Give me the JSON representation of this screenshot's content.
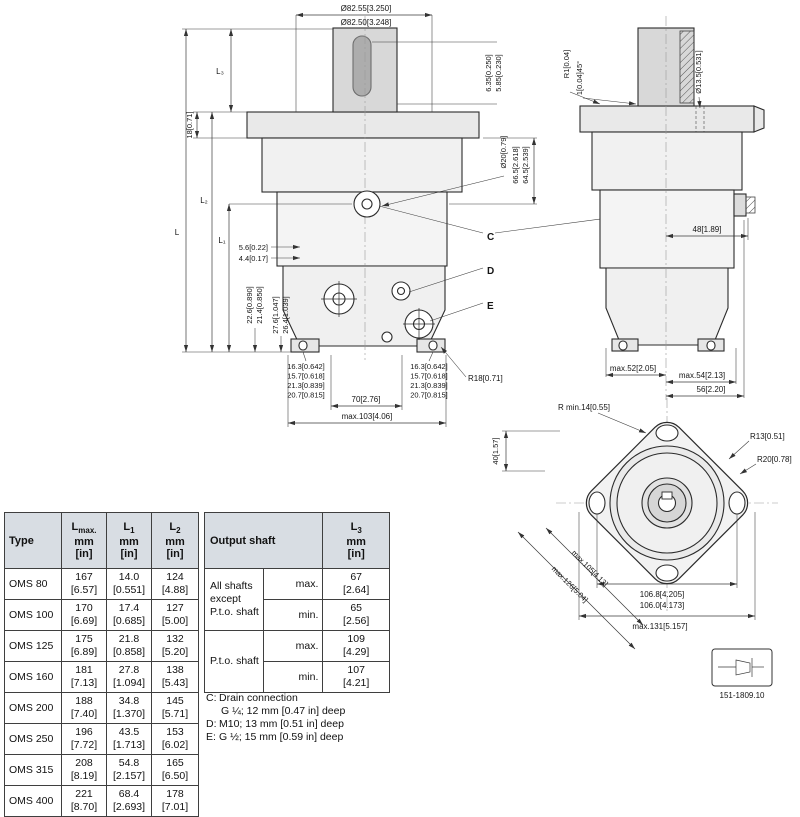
{
  "drawing": {
    "front": {
      "dia_top1": "Ø82.55[3.250]",
      "dia_top2": "Ø82.50[3.248]",
      "l3": "L₃",
      "l": "L",
      "l2": "L₂",
      "l1": "L₁",
      "flange_thk": "18[0.71]",
      "dim_5_6": "5.6[0.22]",
      "dim_4_4": "4.4[0.17]",
      "dim_22_6": "22.6[0.890]",
      "dim_21_4": "21.4[0.850]",
      "dim_27_6": "27.6[1.047]",
      "dim_26_4": "26.4[1.039]",
      "dim_16_3": "16.3[0.642]",
      "dim_15_7": "15.7[0.618]",
      "dim_21_3": "21.3[0.839]",
      "dim_20_7": "20.7[0.815]",
      "dim_70": "70[2.76]",
      "dim_max103": "max.103[4.06]",
      "r18": "R18[0.71]",
      "dia20": "Ø20[0.79]",
      "dim_66_5": "66.5[2.618]",
      "dim_64_5": "64.5[2.539]",
      "dim_6_35": "6.35[0.250]",
      "dim_5_85": "5.85[0.230]",
      "c": "C",
      "d": "D",
      "e": "E"
    },
    "side": {
      "r1": "R1[0.04]",
      "chamfer": "1[0.04]45°",
      "dia_13_5": "Ø13.5[0.531]",
      "dim_48": "48[1.89]",
      "max52": "max.52[2.05]",
      "max54": "max.54[2.13]",
      "dim_56": "56[2.20]"
    },
    "flange": {
      "r_min14": "R min.14[0.55]",
      "r13": "R13[0.51]",
      "r20": "R20[0.78]",
      "dim_40": "40[1.57]",
      "d1": "106.8[4.205]",
      "d2": "106.0[4.173]",
      "max131": "max.131[5.157]",
      "max105": "max.105[4.13]",
      "max126": "max.126[5.04]"
    },
    "part_number": "151-1809.10"
  },
  "table1": {
    "col_type": "Type",
    "col_lmax": {
      "main": "L",
      "sub": "max.",
      "unit1": "mm",
      "unit2": "[in]"
    },
    "col_l1": {
      "main": "L",
      "sub": "1",
      "unit1": "mm",
      "unit2": "[in]"
    },
    "col_l2": {
      "main": "L",
      "sub": "2",
      "unit1": "mm",
      "unit2": "[in]"
    },
    "rows": [
      {
        "type": "OMS 80",
        "lmax": "167",
        "lmax_in": "[6.57]",
        "l1": "14.0",
        "l1_in": "[0.551]",
        "l2": "124",
        "l2_in": "[4.88]"
      },
      {
        "type": "OMS 100",
        "lmax": "170",
        "lmax_in": "[6.69]",
        "l1": "17.4",
        "l1_in": "[0.685]",
        "l2": "127",
        "l2_in": "[5.00]"
      },
      {
        "type": "OMS 125",
        "lmax": "175",
        "lmax_in": "[6.89]",
        "l1": "21.8",
        "l1_in": "[0.858]",
        "l2": "132",
        "l2_in": "[5.20]"
      },
      {
        "type": "OMS 160",
        "lmax": "181",
        "lmax_in": "[7.13]",
        "l1": "27.8",
        "l1_in": "[1.094]",
        "l2": "138",
        "l2_in": "[5.43]"
      },
      {
        "type": "OMS 200",
        "lmax": "188",
        "lmax_in": "[7.40]",
        "l1": "34.8",
        "l1_in": "[1.370]",
        "l2": "145",
        "l2_in": "[5.71]"
      },
      {
        "type": "OMS 250",
        "lmax": "196",
        "lmax_in": "[7.72]",
        "l1": "43.5",
        "l1_in": "[1.713]",
        "l2": "153",
        "l2_in": "[6.02]"
      },
      {
        "type": "OMS 315",
        "lmax": "208",
        "lmax_in": "[8.19]",
        "l1": "54.8",
        "l1_in": "[2.157]",
        "l2": "165",
        "l2_in": "[6.50]"
      },
      {
        "type": "OMS 400",
        "lmax": "221",
        "lmax_in": "[8.70]",
        "l1": "68.4",
        "l1_in": "[2.693]",
        "l2": "178",
        "l2_in": "[7.01]"
      }
    ]
  },
  "table2": {
    "header_left": "Output shaft",
    "col_l3": {
      "main": "L",
      "sub": "3",
      "unit1": "mm",
      "unit2": "[in]"
    },
    "rows": [
      {
        "label": "All shafts except P.t.o. shaft",
        "max_label": "max.",
        "max_mm": "67",
        "max_in": "[2.64]",
        "min_label": "min.",
        "min_mm": "65",
        "min_in": "[2.56]"
      },
      {
        "label": "P.t.o. shaft",
        "max_label": "max.",
        "max_mm": "109",
        "max_in": "[4.29]",
        "min_label": "min.",
        "min_mm": "107",
        "min_in": "[4.21]"
      }
    ]
  },
  "notes": {
    "c_key": "C:",
    "c_line1": "Drain connection",
    "c_line2": "G ¼; 12 mm [0.47 in] deep",
    "d_key": "D:",
    "d_text": "M10; 13 mm [0.51 in] deep",
    "e_key": "E:",
    "e_text": "G ½; 15 mm [0.59 in] deep"
  }
}
